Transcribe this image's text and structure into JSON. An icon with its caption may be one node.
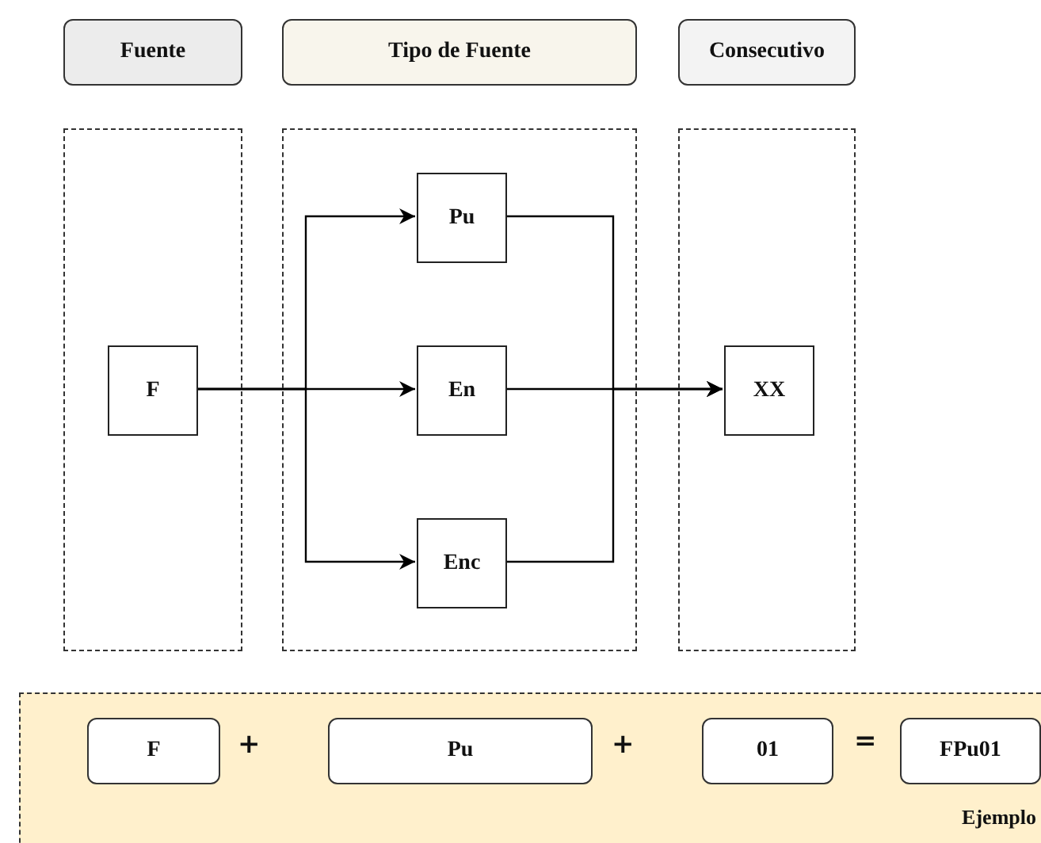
{
  "diagram": {
    "nodes": [
      {
        "text": [
          "Fuente"
        ]
      },
      {
        "text": [
          "Tipo de Fuente"
        ]
      },
      {
        "text": [
          "Consecutivo"
        ]
      },
      {
        "text": [],
        "shape": "box"
      },
      {
        "text": [],
        "shape": "box"
      },
      {
        "text": [],
        "shape": "box"
      },
      {
        "text": [
          "F"
        ],
        "in": 3
      },
      {
        "text": [
          "Pu"
        ],
        "in": 4
      },
      {
        "text": [
          "En"
        ],
        "in": 4
      },
      {
        "text": [
          "Enc"
        ],
        "in": 4
      },
      {
        "text": [
          "XX"
        ],
        "in": 5
      },
      {
        "text": [
          "Ejemplo"
        ]
      },
      {
        "text": [
          "F"
        ],
        "in": 11
      },
      {
        "text": [
          "Pu"
        ],
        "in": 11
      },
      {
        "text": [
          "01"
        ],
        "in": 11
      },
      {
        "text": [
          "FPu01"
        ],
        "in": 11
      }
    ],
    "edges": [
      {
        "from": 6,
        "to": 7,
        "arrow": "to"
      },
      {
        "from": 6,
        "to": 8,
        "arrow": "to"
      },
      {
        "from": 6,
        "to": 9,
        "arrow": "to"
      },
      {
        "from": 7,
        "to": 10,
        "arrow": "to"
      },
      {
        "from": 8,
        "to": 10,
        "arrow": "to"
      },
      {
        "from": 9,
        "to": 10,
        "arrow": "to"
      }
    ],
    "labels": [
      "+",
      "+",
      "="
    ]
  }
}
